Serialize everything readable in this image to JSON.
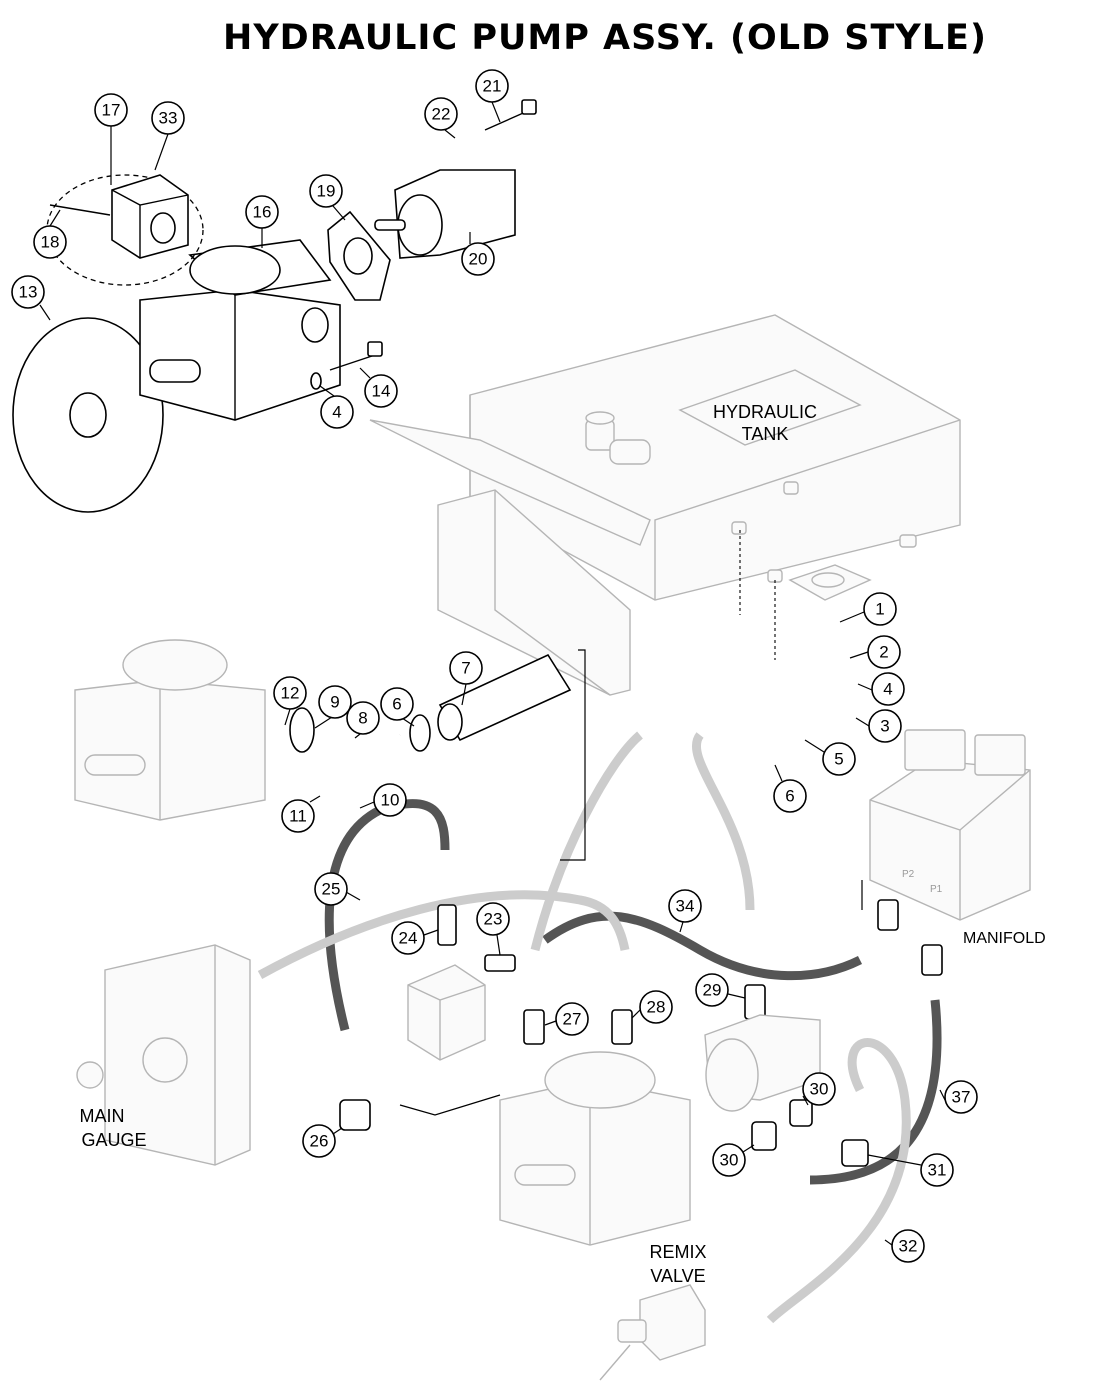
{
  "title": "HYDRAULIC PUMP ASSY. (OLD STYLE)",
  "labels": {
    "hydraulic_tank": [
      "HYDRAULIC",
      "TANK"
    ],
    "manifold": "MANIFOLD",
    "main_gauge": [
      "MAIN",
      "GAUGE"
    ],
    "remix_valve": [
      "REMIX",
      "VALVE"
    ],
    "p2": "P2",
    "p1": "P1"
  },
  "callouts": [
    {
      "id": "17",
      "num": "17"
    },
    {
      "id": "33",
      "num": "33"
    },
    {
      "id": "18",
      "num": "18"
    },
    {
      "id": "16",
      "num": "16"
    },
    {
      "id": "13",
      "num": "13"
    },
    {
      "id": "19",
      "num": "19"
    },
    {
      "id": "22",
      "num": "22"
    },
    {
      "id": "21",
      "num": "21"
    },
    {
      "id": "20",
      "num": "20"
    },
    {
      "id": "14",
      "num": "14"
    },
    {
      "id": "4a",
      "num": "4"
    },
    {
      "id": "1",
      "num": "1"
    },
    {
      "id": "2",
      "num": "2"
    },
    {
      "id": "4b",
      "num": "4"
    },
    {
      "id": "3",
      "num": "3"
    },
    {
      "id": "5",
      "num": "5"
    },
    {
      "id": "6b",
      "num": "6"
    },
    {
      "id": "7",
      "num": "7"
    },
    {
      "id": "12",
      "num": "12"
    },
    {
      "id": "9",
      "num": "9"
    },
    {
      "id": "8",
      "num": "8"
    },
    {
      "id": "6a",
      "num": "6"
    },
    {
      "id": "10",
      "num": "10"
    },
    {
      "id": "11",
      "num": "11"
    },
    {
      "id": "25",
      "num": "25"
    },
    {
      "id": "24",
      "num": "24"
    },
    {
      "id": "23",
      "num": "23"
    },
    {
      "id": "34",
      "num": "34"
    },
    {
      "id": "29",
      "num": "29"
    },
    {
      "id": "27",
      "num": "27"
    },
    {
      "id": "28",
      "num": "28"
    },
    {
      "id": "26",
      "num": "26"
    },
    {
      "id": "30a",
      "num": "30"
    },
    {
      "id": "30b",
      "num": "30"
    },
    {
      "id": "31",
      "num": "31"
    },
    {
      "id": "37",
      "num": "37"
    },
    {
      "id": "32",
      "num": "32"
    }
  ]
}
